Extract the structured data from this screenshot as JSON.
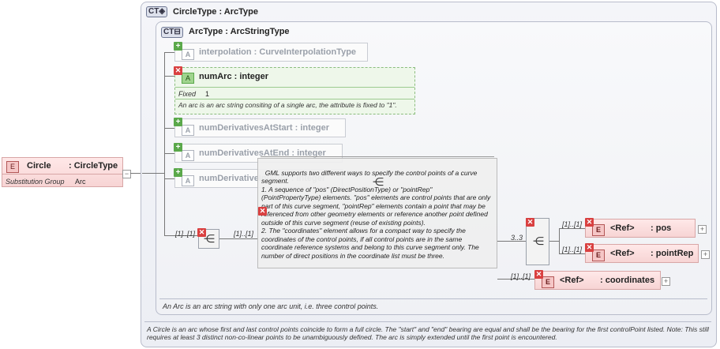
{
  "circle": {
    "badge": "E",
    "name": "Circle",
    "type": ": CircleType",
    "sub_label": "Substitution Group",
    "sub_value": "Arc"
  },
  "outer": {
    "badge": "CT",
    "title": "CircleType : ArcType",
    "note": "A Circle is an arc whose first and last control points coincide to form a full circle. The \"start\" and \"end\" bearing are equal and shall be the bearing for the first controlPoint listed. Note: This still requires at least 3 distinct non-co-linear points to be unambiguously defined. The arc is simply extended until the first point is encountered."
  },
  "inner": {
    "badge": "CT",
    "title": "ArcType : ArcStringType",
    "note": "An Arc is an arc string with only one arc unit, i.e. three control points."
  },
  "attributes": [
    {
      "badge": "A",
      "label": "interpolation : CurveInterpolationType"
    },
    {
      "badge": "A",
      "label": "numArc : integer",
      "fixed_label": "Fixed",
      "fixed_value": "1",
      "doc": "An arc is an arc string consiting of a single arc, the attribute is fixed to \"1\"."
    },
    {
      "badge": "A",
      "label": "numDerivativesAtStart : integer"
    },
    {
      "badge": "A",
      "label": "numDerivativesAtEnd : integer"
    },
    {
      "badge": "A",
      "label": "numDerivativeInterior : integer"
    }
  ],
  "tooltip": "GML supports two different ways to specify the control points of a curve segment.\n1. A sequence of \"pos\" (DirectPositionType) or \"pointRep\" (PointPropertyType) elements. \"pos\" elements are control points that are only part of this curve segment, \"pointRep\" elements contain a point that may be referenced from other geometry elements or reference another point defined outside of this curve segment (reuse of existing points).\n2. The \"coordinates\" element allows for a compact way to specify the coordinates of the control points, if all control points are in the same coordinate reference systems and belong to this curve segment only. The number of direct positions in the coordinate list must be three.",
  "occurrences": {
    "choice": "[1]..[1]",
    "choice_out": "[1]..[1]",
    "sequence": "3..3",
    "pos": "[1]..[1]",
    "pointRep": "[1]..[1]",
    "coordinates": "[1]..[1]"
  },
  "refs": [
    {
      "badge": "E",
      "ref": "<Ref>",
      "name": ": pos"
    },
    {
      "badge": "E",
      "ref": "<Ref>",
      "name": ": pointRep"
    },
    {
      "badge": "E",
      "ref": "<Ref>",
      "name": ": coordinates"
    }
  ],
  "colors": {
    "ct_border": "#b8bccb",
    "attr_green": "#5aa84a",
    "element_red": "#d94040",
    "ref_fill": "#f7d4d4"
  }
}
